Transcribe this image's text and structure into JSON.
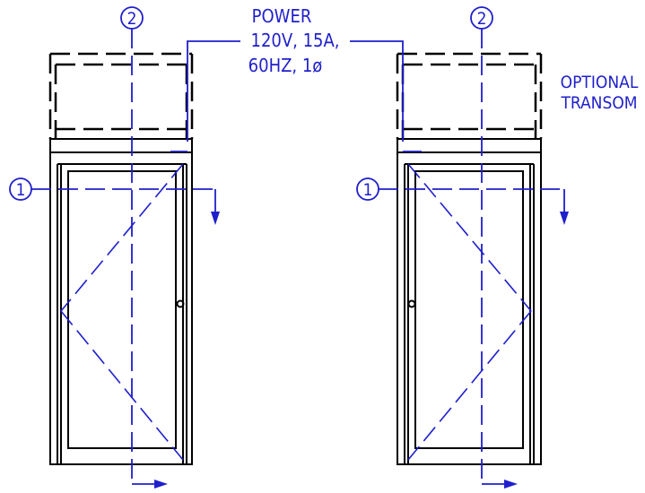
{
  "colors": {
    "outline": "#000000",
    "annotation": "#1f1fcc",
    "background": "#ffffff"
  },
  "callouts": {
    "power": [
      "POWER",
      "120V, 15A,",
      "60HZ, 1ø"
    ],
    "transom": [
      "OPTIONAL",
      "TRANSOM"
    ]
  },
  "section_markers": {
    "left_door": {
      "horizontal": "1",
      "vertical": "2"
    },
    "right_door": {
      "horizontal": "1",
      "vertical": "2"
    }
  }
}
